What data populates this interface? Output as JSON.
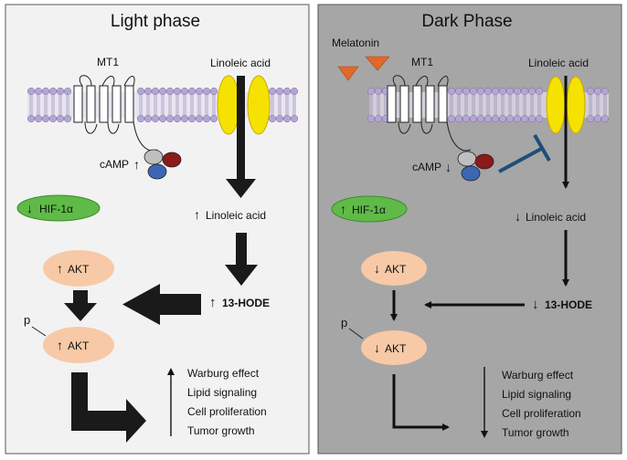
{
  "panels": [
    {
      "title": "Light phase",
      "receptor": "MT1",
      "fatty_acid_top": "Linoleic acid",
      "camp": {
        "label": "cAMP",
        "arrow": "↑"
      },
      "hif": {
        "label": "HIF-1α",
        "arrow": "↓"
      },
      "linoleic": {
        "label": "Linoleic acid",
        "arrow": "↑"
      },
      "akt": {
        "label": "AKT",
        "arrow": "↑"
      },
      "hode": {
        "label": "13-HODE",
        "arrow": "↑"
      },
      "pakt": {
        "label": "AKT",
        "arrow": "↑",
        "phospho": "p"
      },
      "effects": [
        "Warburg effect",
        "Lipid signaling",
        "Cell proliferation",
        "Tumor growth"
      ]
    },
    {
      "title": "Dark Phase",
      "melatonin": "Melatonin",
      "receptor": "MT1",
      "fatty_acid_top": "Linoleic acid",
      "camp": {
        "label": "cAMP",
        "arrow": "↓"
      },
      "hif": {
        "label": "HIF-1α",
        "arrow": "↑"
      },
      "linoleic": {
        "label": "Linoleic acid",
        "arrow": "↓"
      },
      "akt": {
        "label": "AKT",
        "arrow": "↓"
      },
      "hode": {
        "label": "13-HODE",
        "arrow": "↓"
      },
      "pakt": {
        "label": "AKT",
        "arrow": "↓",
        "phospho": "p"
      },
      "effects": [
        "Warburg effect",
        "Lipid signaling",
        "Cell proliferation",
        "Tumor growth"
      ]
    }
  ],
  "colors": {
    "light_bg": "#f2f2f2",
    "dark_bg": "#a6a6a6",
    "lipid_head": "#b4a6d3",
    "transporter": "#f5e200",
    "hif_fill": "#5fba47",
    "akt_fill": "#f7c9a6",
    "melatonin": "#e2682a",
    "g_gray": "#bfbfbf",
    "g_red": "#8b1a1a",
    "g_blue": "#3c66b3",
    "inhibit": "#1f4e79",
    "arrow": "#1a1a1a"
  }
}
